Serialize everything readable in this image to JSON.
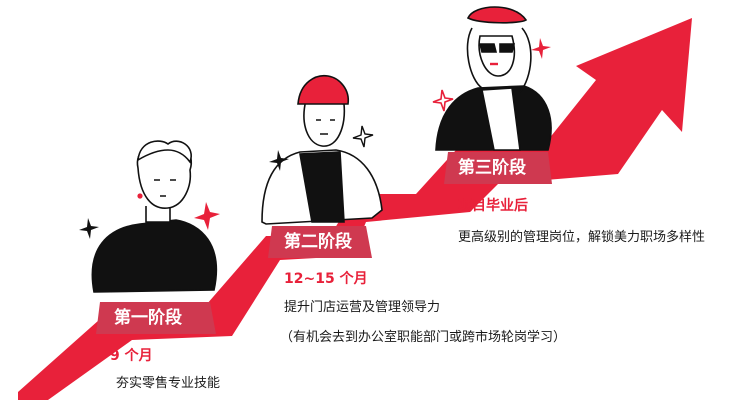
{
  "stages": [
    {
      "label": "第一阶段",
      "duration": "9 个月",
      "desc": [
        "夯实零售专业技能"
      ]
    },
    {
      "label": "第二阶段",
      "duration": "12~15 个月",
      "desc": [
        "提升门店运营及管理领导力",
        "（有机会去到办公室职能部门或跨市场轮岗学习）"
      ]
    },
    {
      "label": "第三阶段",
      "duration": "项目毕业后",
      "desc": [
        "更高级别的管理岗位，解锁美力职场多样性"
      ]
    }
  ],
  "colors": {
    "accent": "#e8213a",
    "label_band": "#c93a4e",
    "ink": "#111111"
  }
}
